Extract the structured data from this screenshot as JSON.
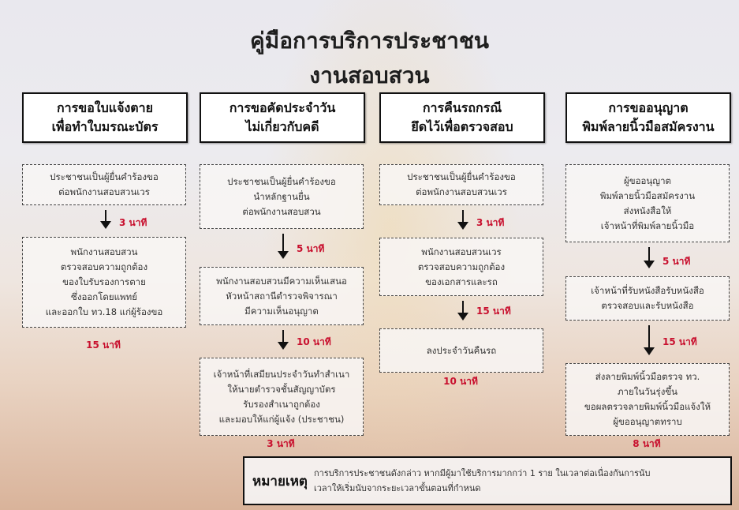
{
  "title": {
    "line1": "คู่มือการบริการประชาชน",
    "line2": "งานสอบสวน"
  },
  "columns": [
    {
      "header": [
        "การขอใบแจ้งตาย",
        "เพื่อทำใบมรณะบัตร"
      ],
      "steps": [
        {
          "lines": [
            "ประชาชนเป็นผู้ยื่นคำร้องขอ",
            "ต่อพนักงานสอบสวนเวร"
          ],
          "time_after": "3 นาที"
        },
        {
          "lines": [
            "พนักงานสอบสวน",
            "ตรวจสอบความถูกต้อง",
            "ของใบรับรองการตาย",
            "ซึ่งออกโดยแพทย์",
            "และออกใบ ทว.18 แก่ผู้ร้องขอ"
          ],
          "time_after": "15 นาที"
        }
      ]
    },
    {
      "header": [
        "การขอคัดประจำวัน",
        "ไม่เกี่ยวกับคดี"
      ],
      "steps": [
        {
          "lines": [
            "ประชาชนเป็นผู้ยื่นคำร้องขอ",
            "นำหลักฐานยื่น",
            "ต่อพนักงานสอบสวน"
          ],
          "time_after": "5 นาที"
        },
        {
          "lines": [
            "พนักงานสอบสวนมีความเห็นเสนอ",
            "หัวหน้าสถานีตำรวจพิจารณา",
            "มีความเห็นอนุญาต"
          ],
          "time_after": "10 นาที"
        },
        {
          "lines": [
            "เจ้าหน้าที่เสมียนประจำวันทำสำเนา",
            "ให้นายตำรวจชั้นสัญญาบัตร",
            "รับรองสำเนาถูกต้อง",
            "และมอบให้แก่ผู้แจ้ง (ประชาชน)"
          ],
          "time_after": "3 นาที"
        }
      ]
    },
    {
      "header": [
        "การคืนรถกรณี",
        "ยึดไว้เพื่อตรวจสอบ"
      ],
      "steps": [
        {
          "lines": [
            "ประชาชนเป็นผู้ยื่นคำร้องขอ",
            "ต่อพนักงานสอบสวนเวร"
          ],
          "time_after": "3 นาที"
        },
        {
          "lines": [
            "พนักงานสอบสวนเวร",
            "ตรวจสอบความถูกต้อง",
            "ของเอกสารและรถ"
          ],
          "time_after": "15 นาที"
        },
        {
          "lines": [
            "ลงประจำวันคืนรถ"
          ],
          "time_after": "10 นาที"
        }
      ]
    },
    {
      "header": [
        "การขออนุญาต",
        "พิมพ์ลายนิ้วมือสมัครงาน"
      ],
      "steps": [
        {
          "lines": [
            "ผู้ขออนุญาต",
            "พิมพ์ลายนิ้วมือสมัครงาน",
            "ส่งหนังสือให้",
            "เจ้าหน้าที่พิมพ์ลายนิ้วมือ"
          ],
          "time_after": "5 นาที"
        },
        {
          "lines": [
            "เจ้าหน้าที่รับหนังสือรับหนังสือ",
            "ตรวจสอบและรับหนังสือ"
          ],
          "time_after": "15 นาที"
        },
        {
          "lines": [
            "ส่งลายพิมพ์นิ้วมือตรวจ ทว.",
            "ภายในวันรุ่งขึ้น",
            "ขอผลตรวจลายพิมพ์นิ้วมือแจ้งให้",
            "ผู้ขออนุญาตทราบ"
          ],
          "time_after": "8 นาที"
        }
      ]
    }
  ],
  "note": {
    "label": "หมายเหตุ",
    "lines": [
      "การบริการประชาชนดังกล่าว หากมีผู้มาใช้บริการมากกว่า 1 ราย ในเวลาต่อเนื่องกันการนับ",
      "เวลาให้เริ่มนับจากระยะเวลาขั้นตอนที่กำหนด"
    ]
  },
  "colors": {
    "time": "#c8102e",
    "border": "#111111"
  }
}
